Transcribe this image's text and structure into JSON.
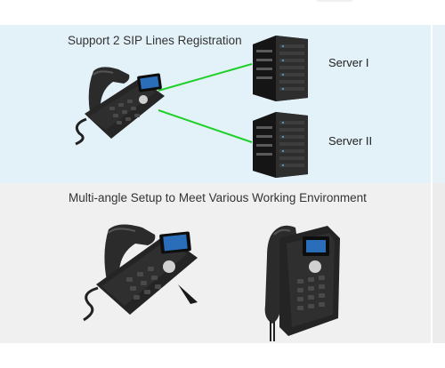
{
  "panel_sip": {
    "caption": "Support 2 SIP Lines Registration",
    "servers": [
      {
        "label": "Server I"
      },
      {
        "label": "Server II"
      }
    ],
    "connection_color": "#1fcf2a"
  },
  "panel_setup": {
    "caption": "Multi-angle Setup to Meet Various Working Environment"
  },
  "colors": {
    "panel_sip_bg": "#e3f1f8",
    "panel_setup_bg": "#f0f0f0",
    "phone_body": "#2a2a2a"
  }
}
